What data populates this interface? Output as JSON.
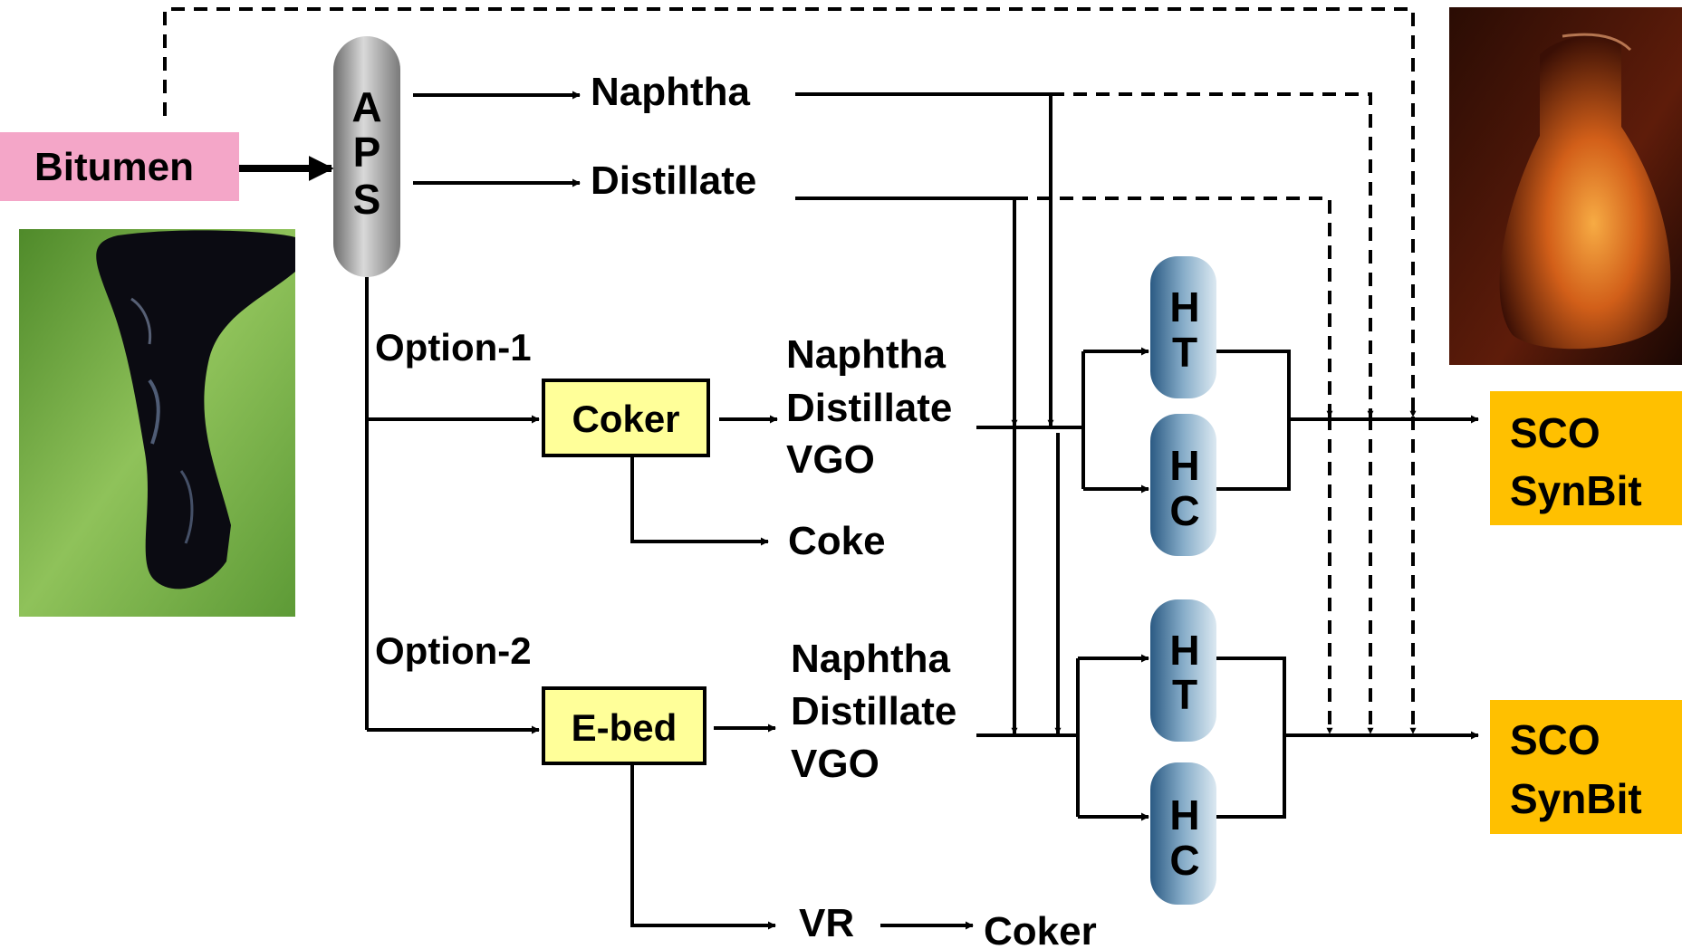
{
  "feed": {
    "label": "Bitumen",
    "color": "#f4a6c8"
  },
  "aps": {
    "letters": [
      "A",
      "P",
      "S"
    ]
  },
  "aps_products": {
    "naphtha": "Naphtha",
    "distillate": "Distillate"
  },
  "option1": {
    "label": "Option-1",
    "unit": "Coker",
    "unit_color": "#ffff99",
    "products": [
      "Naphtha",
      "Distillate",
      "VGO"
    ],
    "byproduct": "Coke"
  },
  "option2": {
    "label": "Option-2",
    "unit": "E-bed",
    "unit_color": "#ffff99",
    "products": [
      "Naphtha",
      "Distillate",
      "VGO"
    ],
    "byproduct": "VR",
    "byproduct_destination": "Coker"
  },
  "hydro_units": {
    "ht": [
      "H",
      "T"
    ],
    "hc": [
      "H",
      "C"
    ]
  },
  "outputs": [
    {
      "line1": "SCO",
      "line2": "SynBit"
    },
    {
      "line1": "SCO",
      "line2": "SynBit"
    }
  ],
  "output_color": "#ffc000"
}
